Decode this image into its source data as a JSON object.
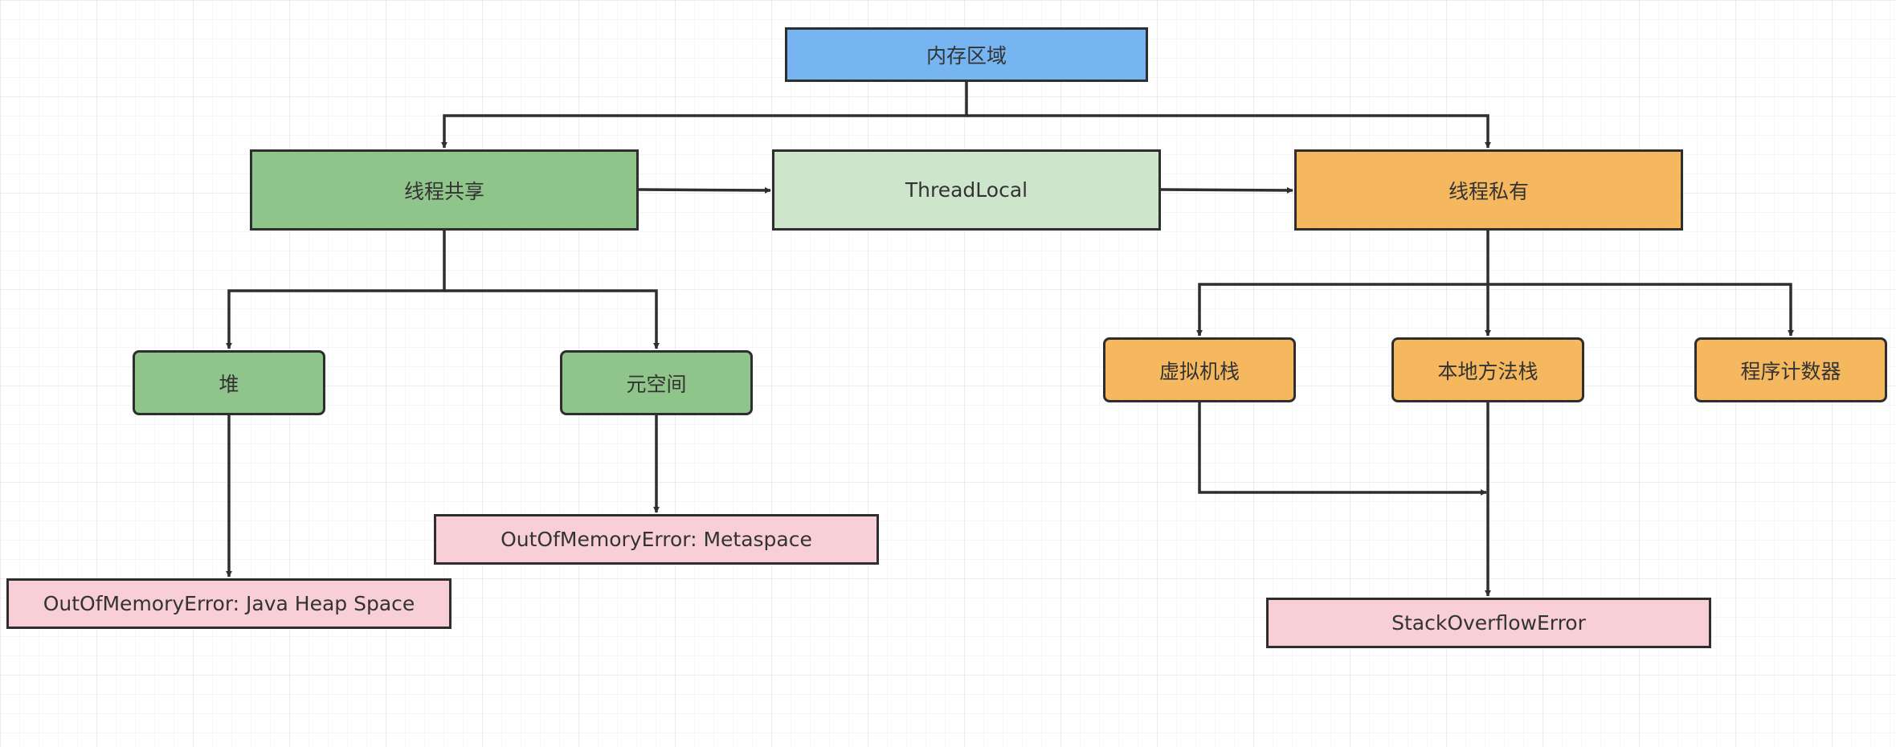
{
  "colors": {
    "root": "#76b5f2",
    "shared": "#8fc48a",
    "threadlocal": "#cde6cb",
    "private": "#f5b85e",
    "error": "#f8cfd6",
    "stroke": "#2e2e2e"
  },
  "nodes": {
    "root": {
      "label": "内存区域"
    },
    "shared": {
      "label": "线程共享"
    },
    "threadlocal": {
      "label": "ThreadLocal"
    },
    "private": {
      "label": "线程私有"
    },
    "heap": {
      "label": "堆"
    },
    "metaspace": {
      "label": "元空间"
    },
    "heap_error": {
      "label": "OutOfMemoryError: Java Heap Space"
    },
    "metaspace_error": {
      "label": "OutOfMemoryError: Metaspace"
    },
    "vm_stack": {
      "label": "虚拟机栈"
    },
    "native_stack": {
      "label": "本地方法栈"
    },
    "pc_register": {
      "label": "程序计数器"
    },
    "stack_error": {
      "label": "StackOverflowError"
    }
  },
  "edges": [
    {
      "from": "root",
      "to": "shared"
    },
    {
      "from": "root",
      "to": "private"
    },
    {
      "from": "shared",
      "to": "threadlocal"
    },
    {
      "from": "threadlocal",
      "to": "private"
    },
    {
      "from": "shared",
      "to": "heap"
    },
    {
      "from": "shared",
      "to": "metaspace"
    },
    {
      "from": "heap",
      "to": "heap_error"
    },
    {
      "from": "metaspace",
      "to": "metaspace_error"
    },
    {
      "from": "private",
      "to": "vm_stack"
    },
    {
      "from": "private",
      "to": "native_stack"
    },
    {
      "from": "private",
      "to": "pc_register"
    },
    {
      "from": "vm_stack",
      "to": "stack_error"
    },
    {
      "from": "native_stack",
      "to": "stack_error"
    }
  ]
}
